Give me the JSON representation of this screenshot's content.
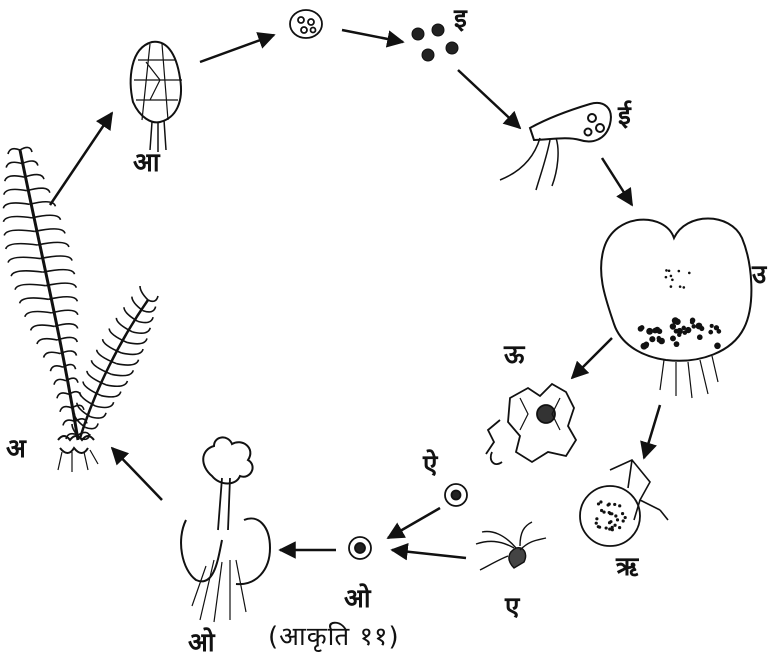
{
  "diagram": {
    "caption": "(आकृति ११)",
    "stage_labels": {
      "fern_plant": "अ",
      "sporangium": "आ",
      "spores": "इ",
      "germinating_spore": "ई",
      "prothallus": "उ",
      "archegonium": "ऊ",
      "antheridium": "ऋ",
      "sperm": "ए",
      "egg": "ऐ",
      "zygote": "ओ",
      "young_sporophyte": "ओ"
    }
  },
  "colors": {
    "ink": "#111111",
    "background": "#ffffff"
  }
}
